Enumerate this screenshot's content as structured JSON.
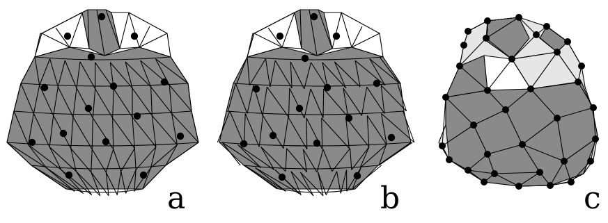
{
  "panels": [
    {
      "label": "a"
    },
    {
      "label": "b"
    },
    {
      "label": "c"
    }
  ],
  "colors": {
    "dark_face": "#8a8a8a",
    "light_face": "#e6e6e6",
    "white_face": "#ffffff",
    "edge": "#000000",
    "node": "#000000"
  }
}
